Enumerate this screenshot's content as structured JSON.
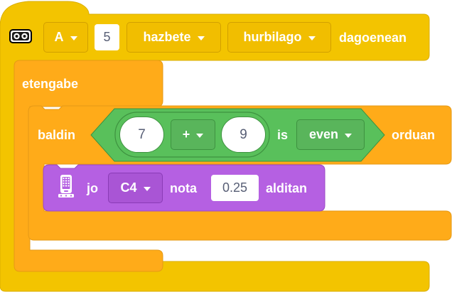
{
  "hat_block": {
    "sensor_icon": "ultrasonic-sensor-icon",
    "port": "A",
    "distance_value": "5",
    "unit": "hazbete",
    "comparison": "hurbilago",
    "suffix": "dagoenean"
  },
  "forever_block": {
    "label": "etengabe"
  },
  "if_block": {
    "prefix": "baldin",
    "suffix": "orduan",
    "condition": {
      "left": "7",
      "operator": "+",
      "right": "9",
      "is_label": "is",
      "parity": "even"
    }
  },
  "play_note_block": {
    "icon": "hub-icon",
    "prefix": "jo",
    "note": "C4",
    "note_label": "nota",
    "duration": "0.25",
    "suffix": "alditan"
  },
  "colors": {
    "events_yellow": "#F3C400",
    "control_orange": "#FFAB19",
    "operator_green": "#59C05B",
    "sound_purple": "#B560E2"
  }
}
